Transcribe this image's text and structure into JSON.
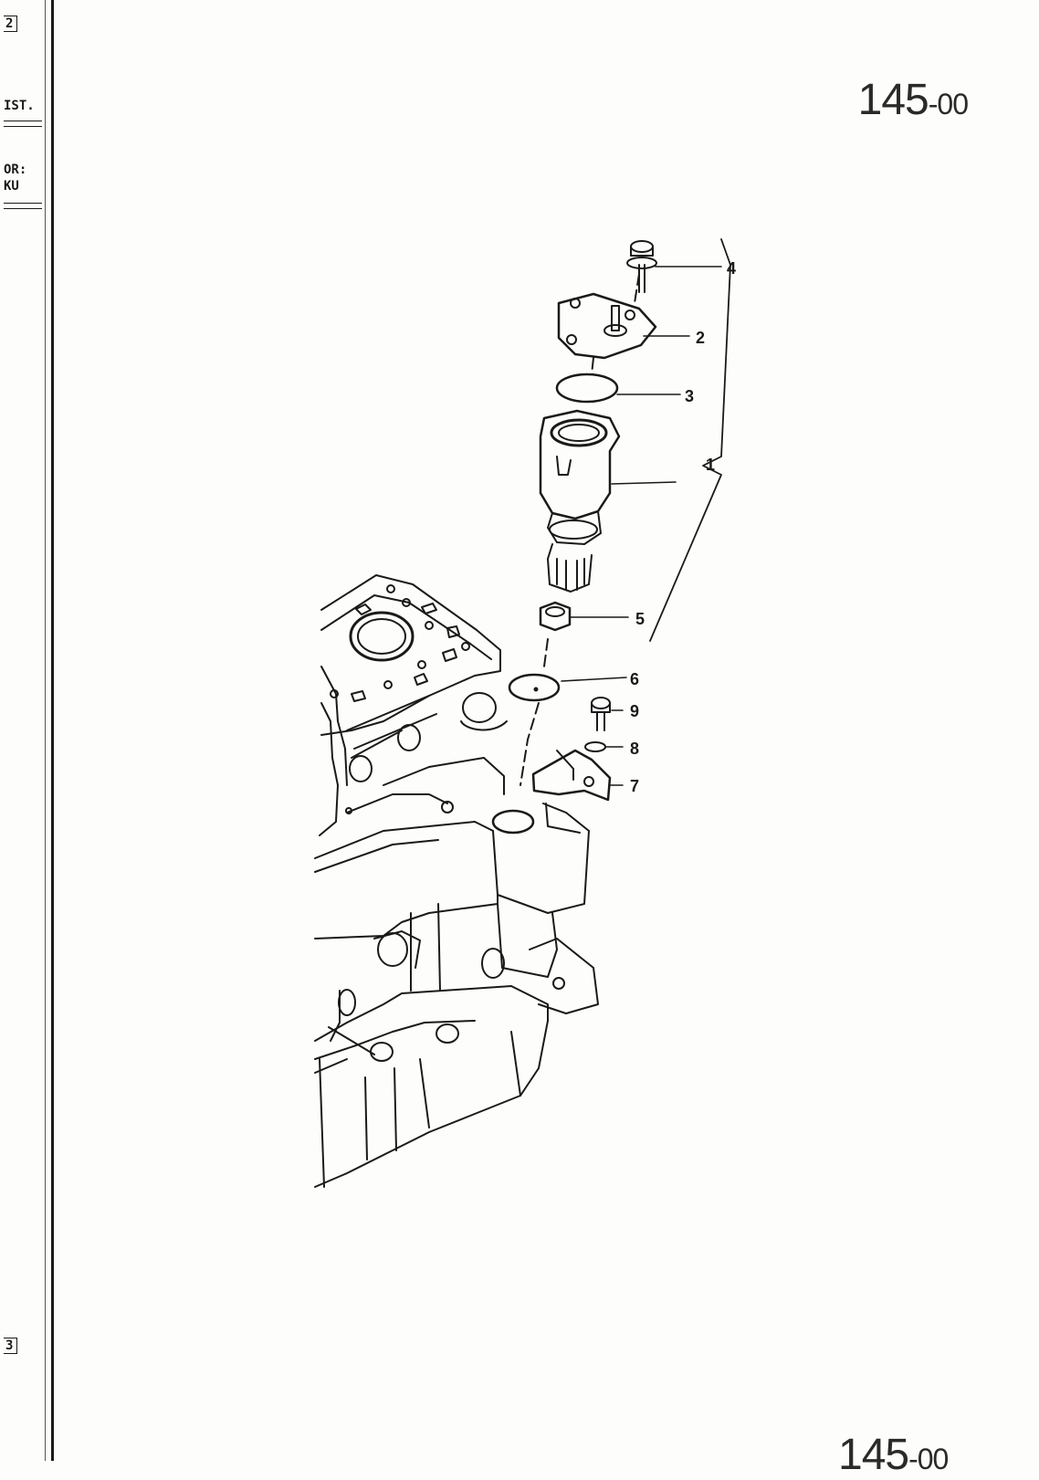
{
  "header": {
    "page_code_main": "145",
    "page_code_suffix": "-00"
  },
  "footer": {
    "page_code_main": "145",
    "page_code_suffix": "-00"
  },
  "margin": {
    "tab_top": "2",
    "label_1": "IST.",
    "label_2": "OR:",
    "label_3": "KU",
    "tab_bottom": "3"
  },
  "callouts": {
    "c1": "1",
    "c2": "2",
    "c3": "3",
    "c4": "4",
    "c5": "5",
    "c6": "6",
    "c7": "7",
    "c8": "8",
    "c9": "9"
  }
}
